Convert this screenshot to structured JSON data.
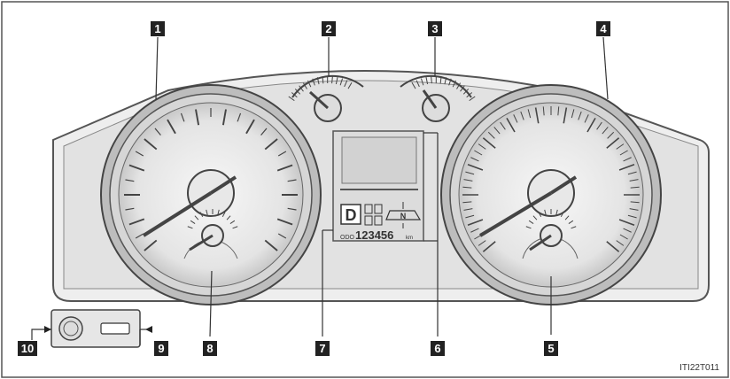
{
  "callouts": [
    "1",
    "2",
    "3",
    "4",
    "5",
    "6",
    "7",
    "8",
    "9",
    "10"
  ],
  "display": {
    "shift_indicator": "D",
    "odo_label": "ODO",
    "odometer_value": "123456",
    "odo_unit": "km",
    "gear_position": "N"
  },
  "figure_id": "ITI22T011",
  "colors": {
    "callout_box": "#222222",
    "line": "#333333",
    "panel": "#e6e6e6"
  }
}
